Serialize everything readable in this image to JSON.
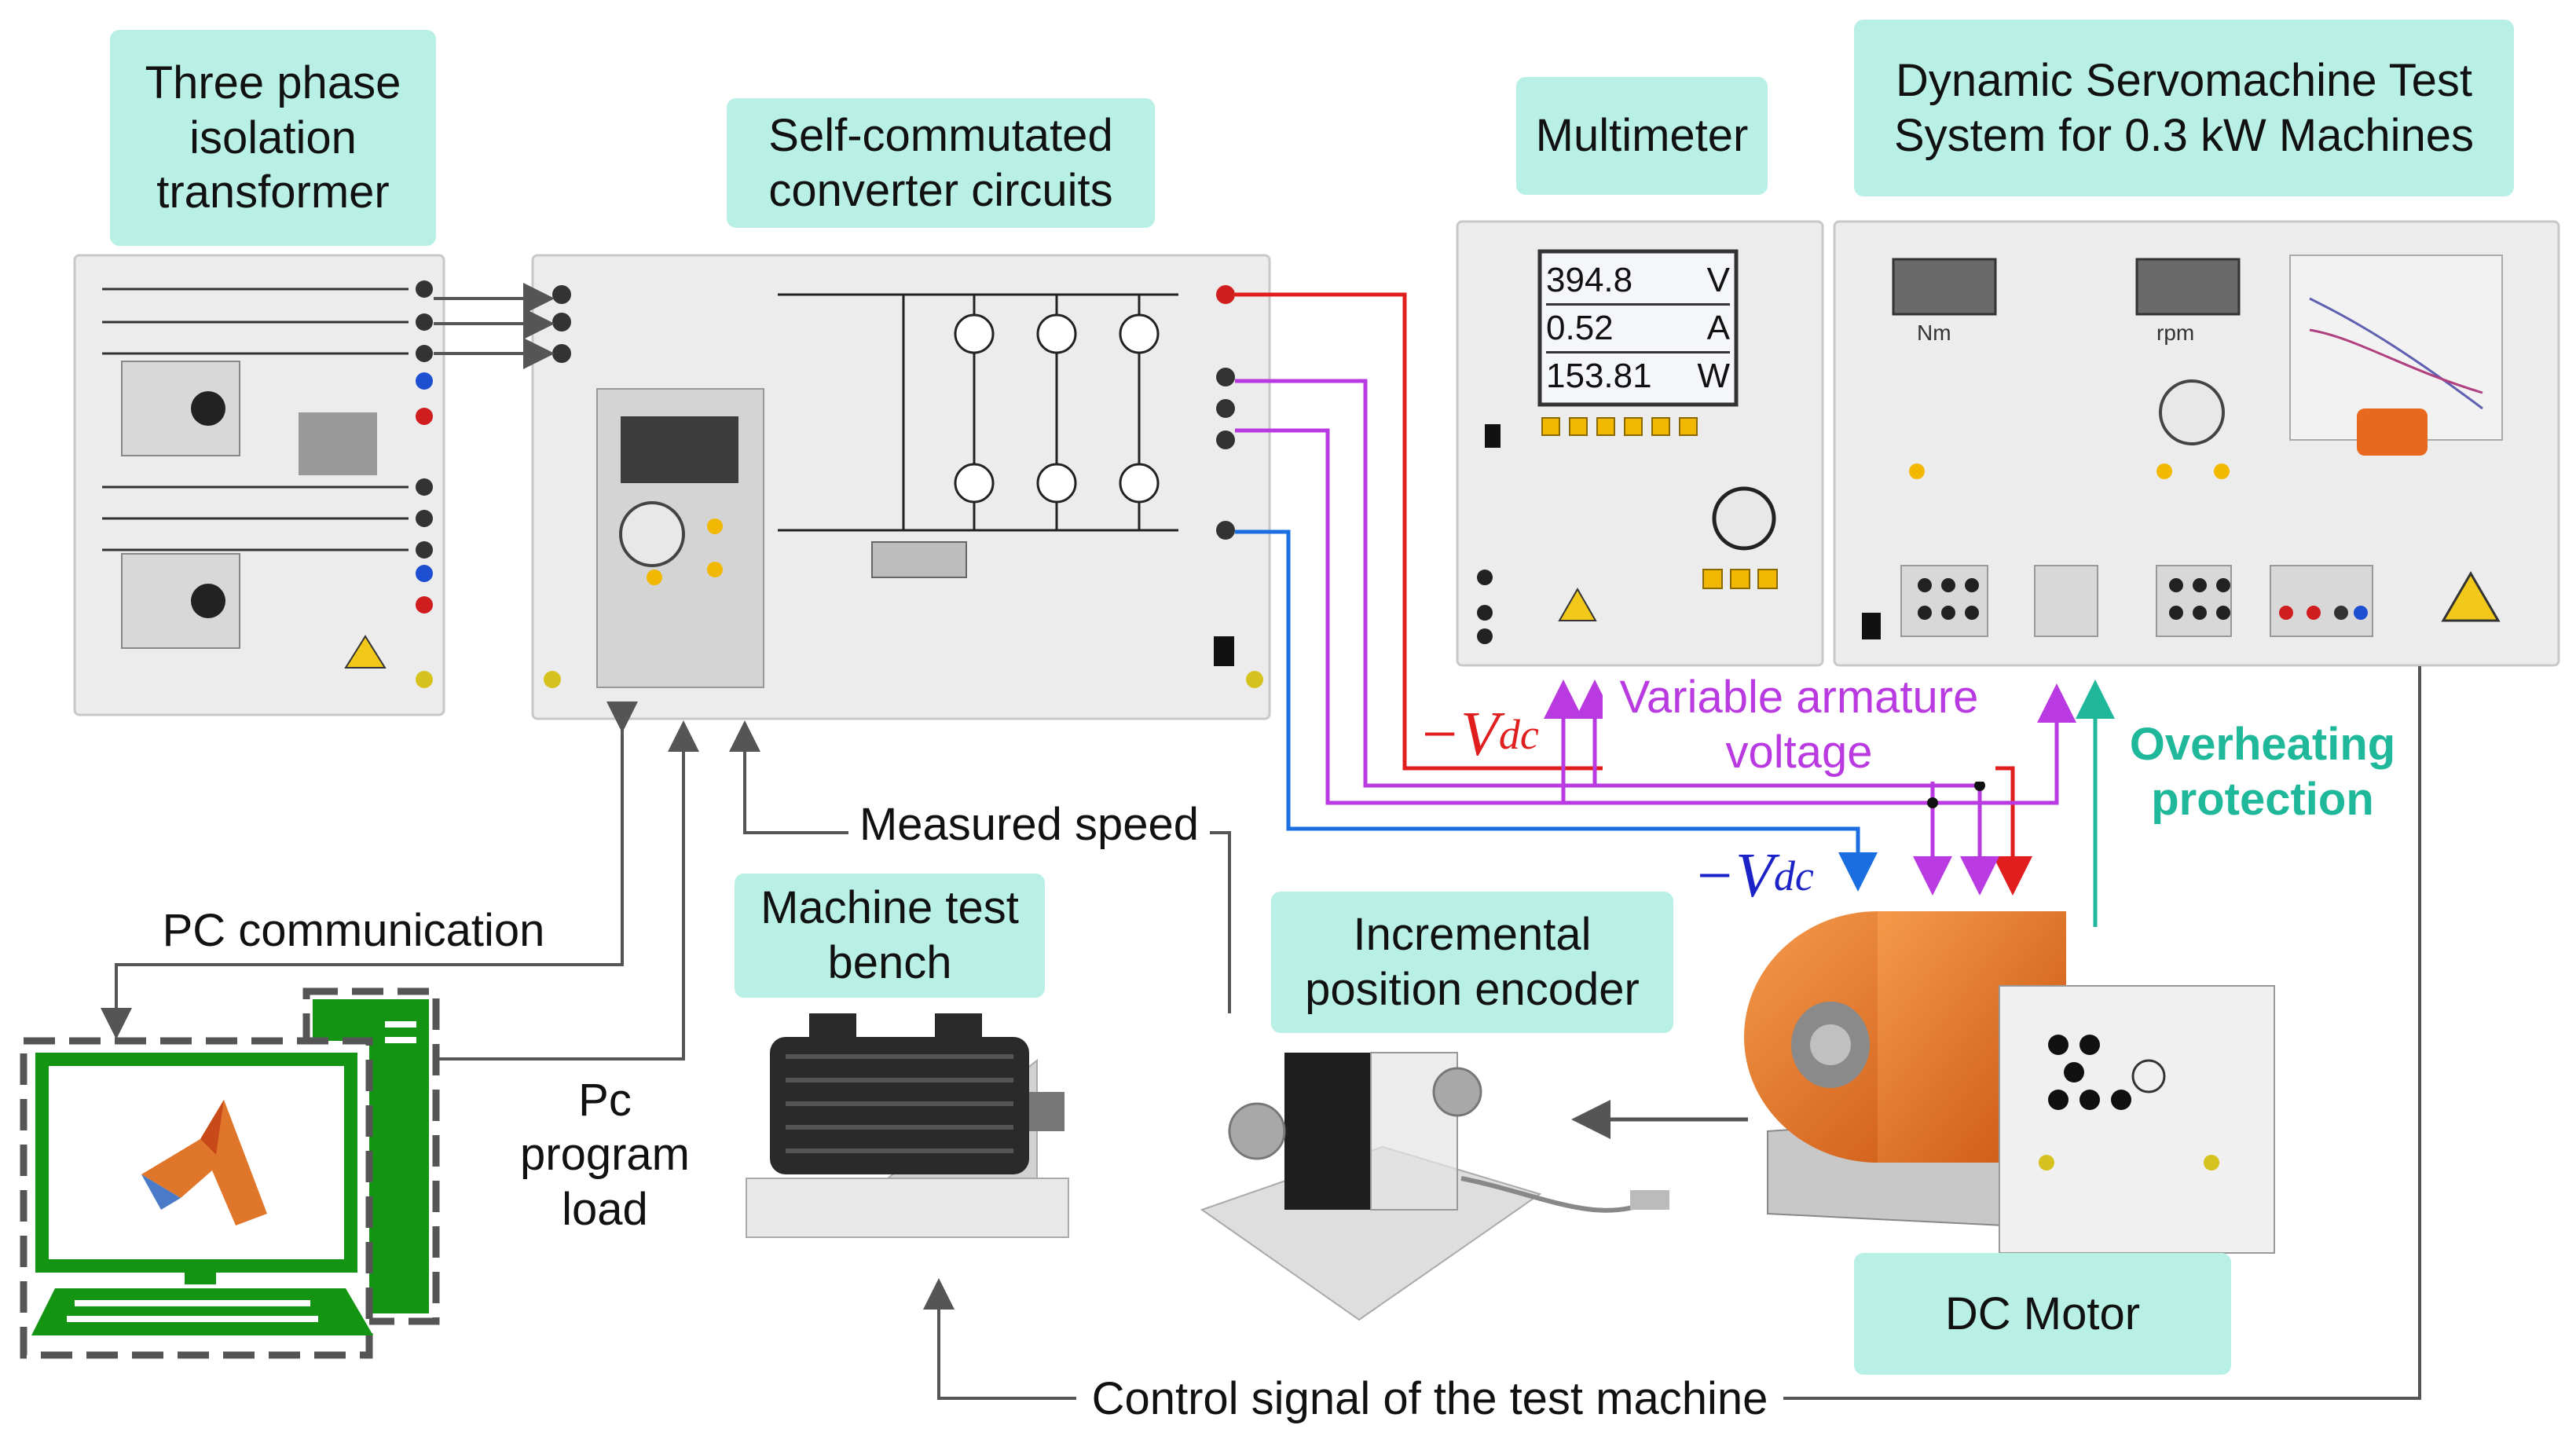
{
  "labels": {
    "isolation_transformer": "Three phase\nisolation\ntransformer",
    "converter_circuits": "Self-commutated\nconverter circuits",
    "multimeter": "Multimeter",
    "servomachine_test_system": "Dynamic Servomachine Test\nSystem for 0.3 kW Machines",
    "machine_test_bench": "Machine test\nbench",
    "position_encoder": "Incremental\nposition encoder",
    "dc_motor": "DC Motor",
    "measured_speed": "Measured speed",
    "pc_communication": "PC communication",
    "pc_program_load": "Pc\nprogram\nload",
    "variable_armature_voltage": "Variable armature\nvoltage",
    "overheating_protection": "Overheating\nprotection",
    "control_signal": "Control signal of the test machine",
    "neg_vdc_main": "−V",
    "neg_vdc_sub": "dc"
  },
  "display": {
    "voltage": "394.8",
    "voltage_unit": "V",
    "current": "0.52",
    "current_unit": "A",
    "power": "153.81",
    "power_unit": "W",
    "torque_unit": "Nm",
    "speed_unit": "rpm"
  },
  "colors": {
    "box_fill": "#b8f0e6",
    "red_wire": "#e01e1e",
    "violet_wire": "#b83ae0",
    "blue_wire": "#1a6ee0",
    "teal_wire": "#1fb89a",
    "gray_wire": "#555555",
    "motor_orange": "#e8691e",
    "pc_green": "#139413"
  },
  "icons": [
    "matlab-logo-icon",
    "desktop-computer-icon",
    "knob-icon",
    "warning-icon"
  ]
}
